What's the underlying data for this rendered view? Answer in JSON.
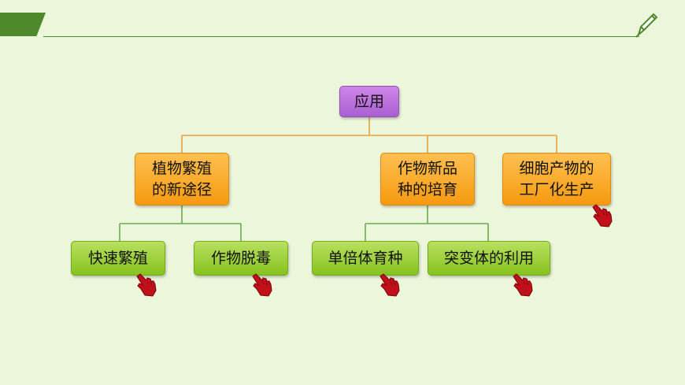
{
  "diagram": {
    "root": {
      "label": "应用"
    },
    "branches": [
      {
        "label_line1": "植物繁殖",
        "label_line2": "的新途径",
        "children": [
          {
            "label": "快速繁殖"
          },
          {
            "label": "作物脱毒"
          }
        ]
      },
      {
        "label_line1": "作物新品",
        "label_line2": "种的培育",
        "children": [
          {
            "label": "单倍体育种"
          },
          {
            "label": "突变体的利用"
          }
        ]
      },
      {
        "label_line1": "细胞产物的",
        "label_line2": "工厂化生产",
        "children": []
      }
    ]
  },
  "colors": {
    "background": "#ecf6da",
    "accent": "#4e8a2c",
    "connector": "#e8a23a",
    "leaf_connector": "#6aa84f",
    "root_fill": "#b86ee0",
    "branch_fill": "#f7a21e",
    "leaf_fill": "#93cc2c",
    "pointer_hand": "#c0101a"
  },
  "icons": {
    "header_decoration": "pen-icon",
    "pointer": "pointing-hand-icon"
  }
}
